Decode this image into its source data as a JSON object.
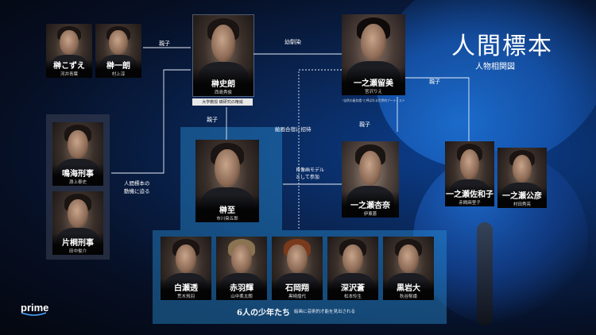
{
  "title": "人間標本",
  "subtitle": "人物相関図",
  "brand": "prime",
  "characters": {
    "kozue": {
      "name": "榊こずえ",
      "actor": "河井青葉"
    },
    "ichiro": {
      "name": "榊一朗",
      "actor": "村上淳"
    },
    "shiro": {
      "name": "榊史朗",
      "actor": "西島秀俊",
      "desc": "大学教授 蝶研究の権威"
    },
    "rumi": {
      "name": "一之瀬留美",
      "actor": "宮沢りえ",
      "desc": "\"自然の蜃気楼\"と呼ばれる世界的アーティスト"
    },
    "narumi": {
      "name": "鳴海刑事",
      "actor": "淵上泰史"
    },
    "katagiri": {
      "name": "片桐刑事",
      "actor": "田中俊介"
    },
    "itaru": {
      "name": "榊至",
      "actor": "市川染五郎"
    },
    "anna": {
      "name": "一之瀬杏奈",
      "actor": "伊東蒼"
    },
    "sawako": {
      "name": "一之瀬佐和子",
      "actor": "赤間麻里子"
    },
    "kimiaki": {
      "name": "一之瀬公彦",
      "actor": "村田秀亮"
    },
    "toru": {
      "name": "白瀬透",
      "actor": "荒木飛羽"
    },
    "teru": {
      "name": "赤羽輝",
      "actor": "山中柔太朗"
    },
    "sho": {
      "name": "石岡翔",
      "actor": "黒崎煌代"
    },
    "ao": {
      "name": "深沢蒼",
      "actor": "松本怜生"
    },
    "dai": {
      "name": "黒岩大",
      "actor": "秋谷郁甫"
    }
  },
  "relations": {
    "parent1": "親子",
    "childhood": "幼馴染",
    "parent2": "親子",
    "parent3": "親子",
    "parent4": "親子",
    "camp": "絵画合宿に招待",
    "model": "肖像画モデル\nとして参加",
    "detective": "人間標本の\n動機に迫る"
  },
  "group": {
    "title": "6人の少年たち",
    "note": "絵画に芸術的才能を見出される"
  }
}
